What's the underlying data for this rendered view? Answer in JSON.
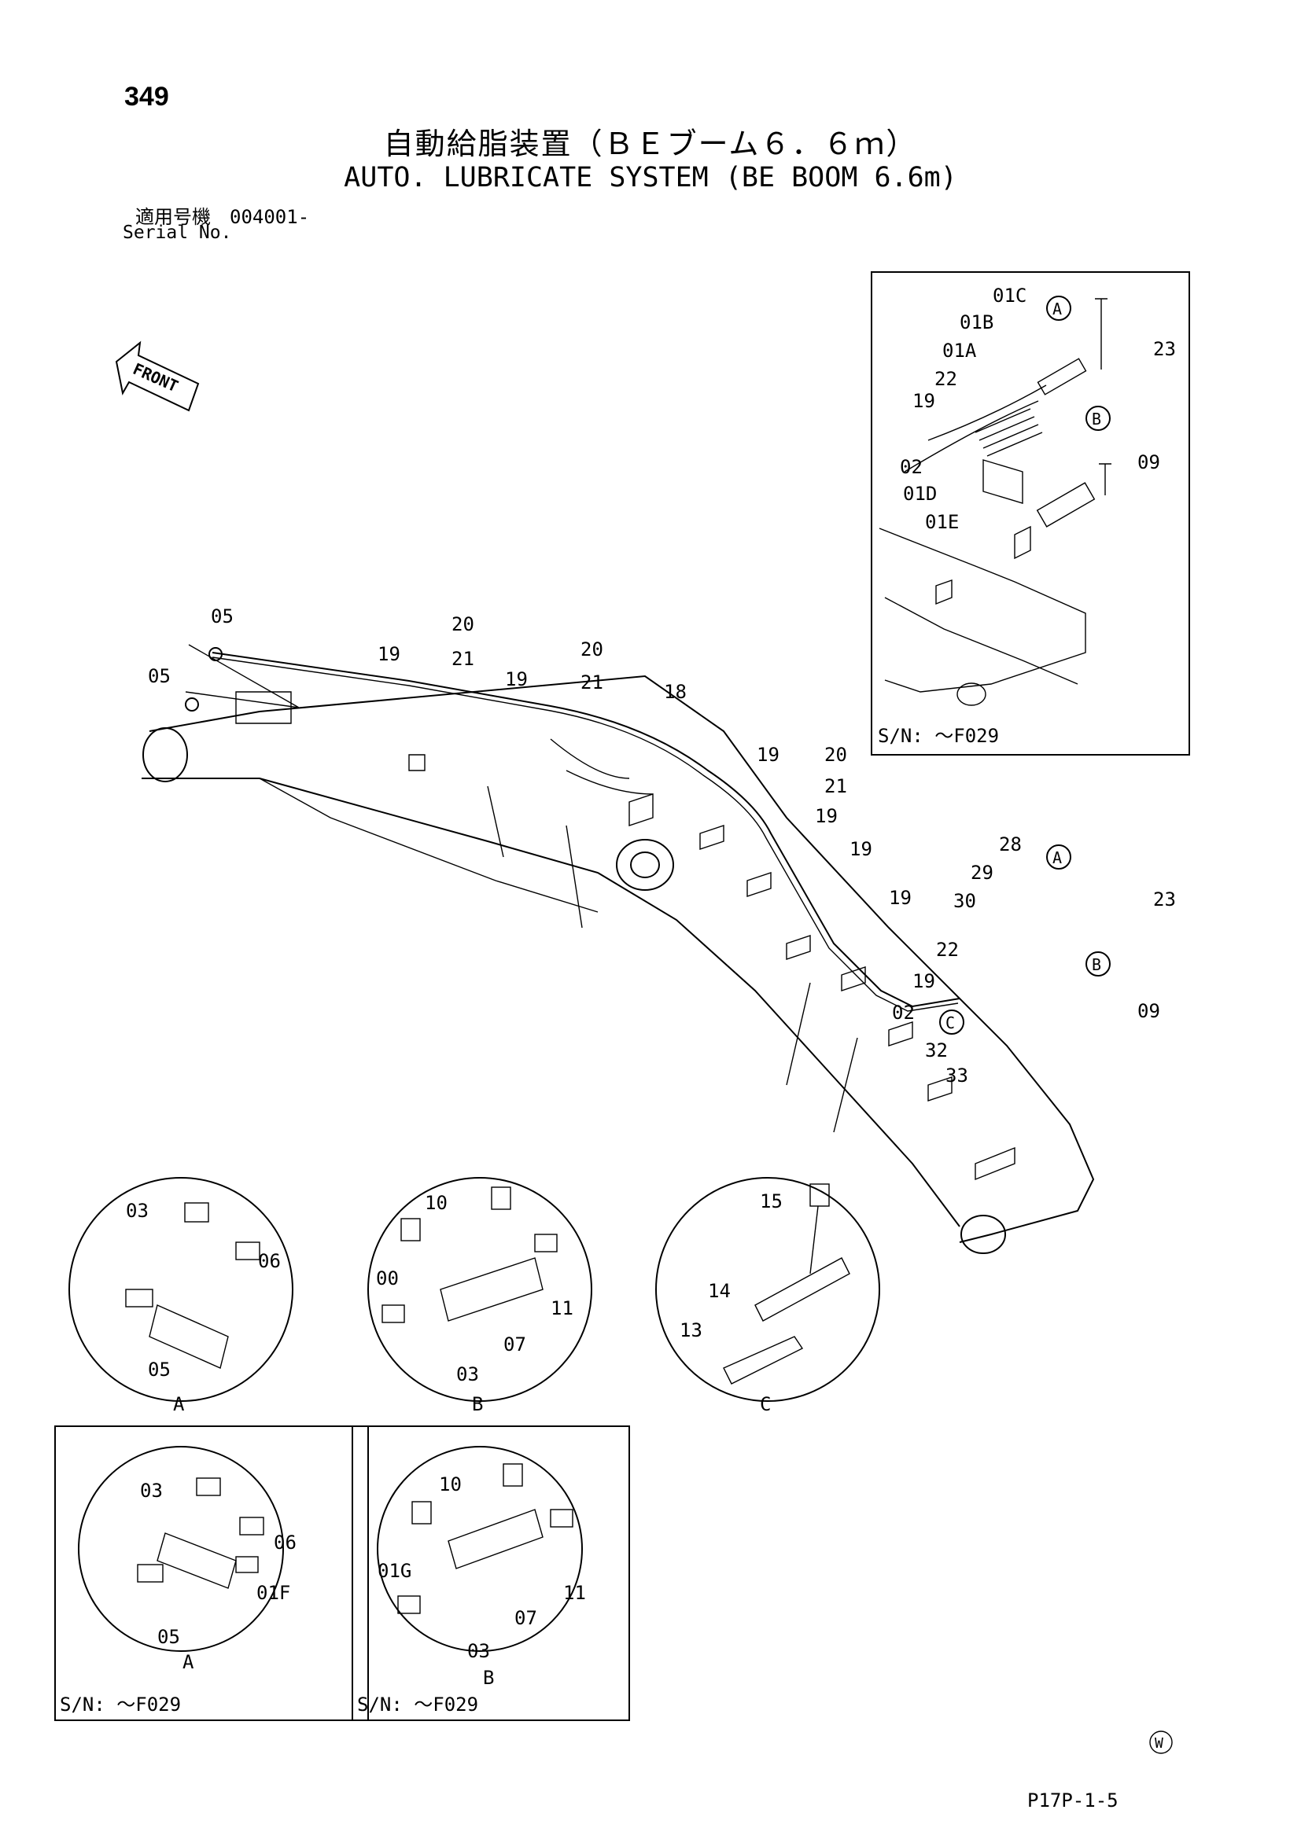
{
  "header": {
    "page_number": "349",
    "title_jp": "自動給脂装置（ＢＥブーム６．６ｍ）",
    "title_en": "AUTO. LUBRICATE SYSTEM (BE BOOM 6.6m)",
    "serial_label_jp": "適用号機",
    "serial_value": "004001-",
    "serial_label_en": "Serial No."
  },
  "front_arrow_label": "FRONT",
  "inset_top_right": {
    "serial_note": "S/N: ～F029",
    "callouts": [
      "01C",
      "01B",
      "01A",
      "22",
      "19",
      "02",
      "01D",
      "01E",
      "23",
      "09"
    ],
    "letters": [
      "A",
      "B"
    ]
  },
  "main_view": {
    "callouts": [
      "05",
      "05",
      "20",
      "21",
      "19",
      "20",
      "19",
      "21",
      "18",
      "19",
      "20",
      "21",
      "19",
      "19",
      "19",
      "19",
      "22",
      "28",
      "29",
      "30",
      "23",
      "02",
      "09",
      "32",
      "33"
    ],
    "letters": [
      "A",
      "B",
      "C"
    ]
  },
  "detail_A": {
    "label": "A",
    "callouts": [
      "03",
      "06",
      "05"
    ]
  },
  "detail_B": {
    "label": "B",
    "callouts": [
      "10",
      "00",
      "11",
      "07",
      "03"
    ]
  },
  "detail_C": {
    "label": "C",
    "callouts": [
      "15",
      "14",
      "13"
    ]
  },
  "detail_A_old": {
    "label": "A",
    "callouts": [
      "03",
      "06",
      "01F",
      "05"
    ],
    "serial_note": "S/N: ～F029"
  },
  "detail_B_old": {
    "label": "B",
    "callouts": [
      "10",
      "01G",
      "11",
      "07",
      "03"
    ],
    "serial_note": "S/N: ～F029"
  },
  "corner_mark": "W",
  "drawing_ref": "P17P-1-5"
}
